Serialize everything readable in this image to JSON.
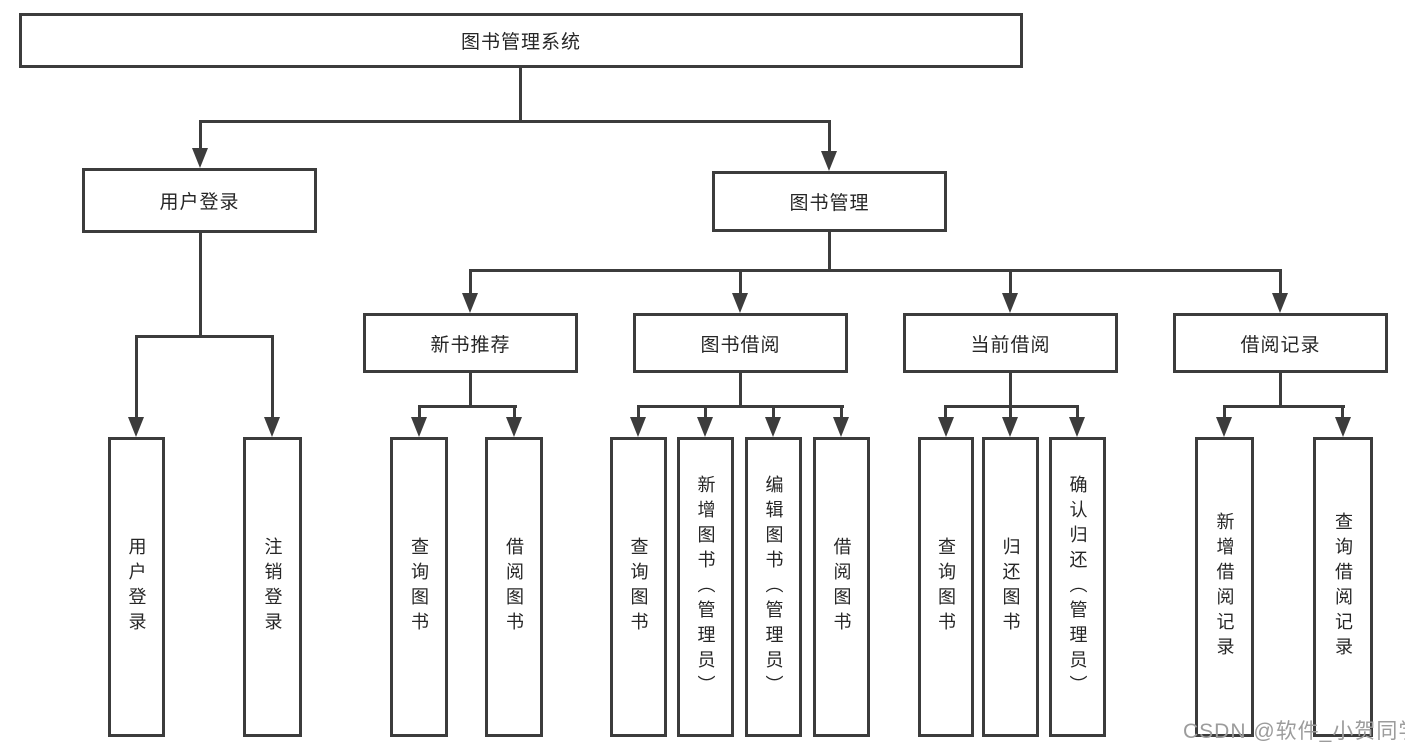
{
  "hierarchy": {
    "root": "图书管理系统",
    "children": [
      {
        "label": "用户登录",
        "children": [
          "用户登录",
          "注销登录"
        ]
      },
      {
        "label": "图书管理",
        "children": [
          {
            "label": "新书推荐",
            "children": [
              "查询图书",
              "借阅图书"
            ]
          },
          {
            "label": "图书借阅",
            "children": [
              "查询图书",
              "新增图书（管理员）",
              "编辑图书（管理员）",
              "借阅图书"
            ]
          },
          {
            "label": "当前借阅",
            "children": [
              "查询图书",
              "归还图书",
              "确认归还（管理员）"
            ]
          },
          {
            "label": "借阅记录",
            "children": [
              "新增借阅记录",
              "查询借阅记录"
            ]
          }
        ]
      }
    ]
  },
  "watermark": {
    "text": "CSDN @软件_小贺同学"
  },
  "colors": {
    "line": "#3c3c3c",
    "text": "#262626",
    "background": "#ffffff",
    "watermark": "#9c9c9c"
  }
}
